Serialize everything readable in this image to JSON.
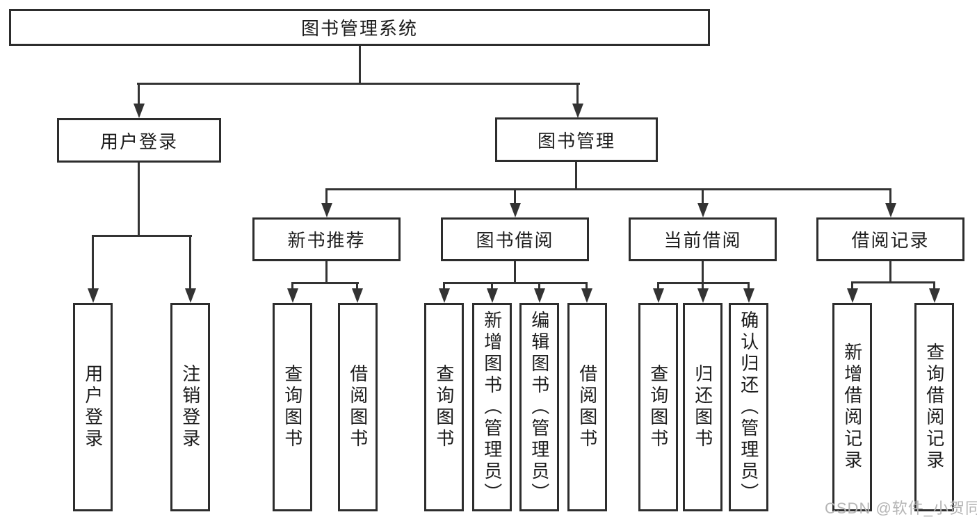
{
  "page": {
    "background": "#ffffff"
  },
  "colors": {
    "line": "#333333",
    "box_border": "#2d2d2d",
    "text": "#1c1c1c",
    "watermark": "#b5b5b5"
  },
  "tree": {
    "root": {
      "label": "图书管理系统",
      "children": [
        {
          "label": "用户登录",
          "children": [
            {
              "label": "用户登录"
            },
            {
              "label": "注销登录"
            }
          ]
        },
        {
          "label": "图书管理",
          "children": [
            {
              "label": "新书推荐",
              "children": [
                {
                  "label": "查询图书"
                },
                {
                  "label": "借阅图书"
                }
              ]
            },
            {
              "label": "图书借阅",
              "children": [
                {
                  "label": "查询图书"
                },
                {
                  "label": "新增图书（管理员）"
                },
                {
                  "label": "编辑图书（管理员）"
                },
                {
                  "label": "借阅图书"
                }
              ]
            },
            {
              "label": "当前借阅",
              "children": [
                {
                  "label": "查询图书"
                },
                {
                  "label": "归还图书"
                },
                {
                  "label": "确认归还（管理员）"
                }
              ]
            },
            {
              "label": "借阅记录",
              "children": [
                {
                  "label": "新增借阅记录"
                },
                {
                  "label": "查询借阅记录"
                }
              ]
            }
          ]
        }
      ]
    }
  },
  "watermark": {
    "text": "CSDN @软件_小贺同学"
  }
}
